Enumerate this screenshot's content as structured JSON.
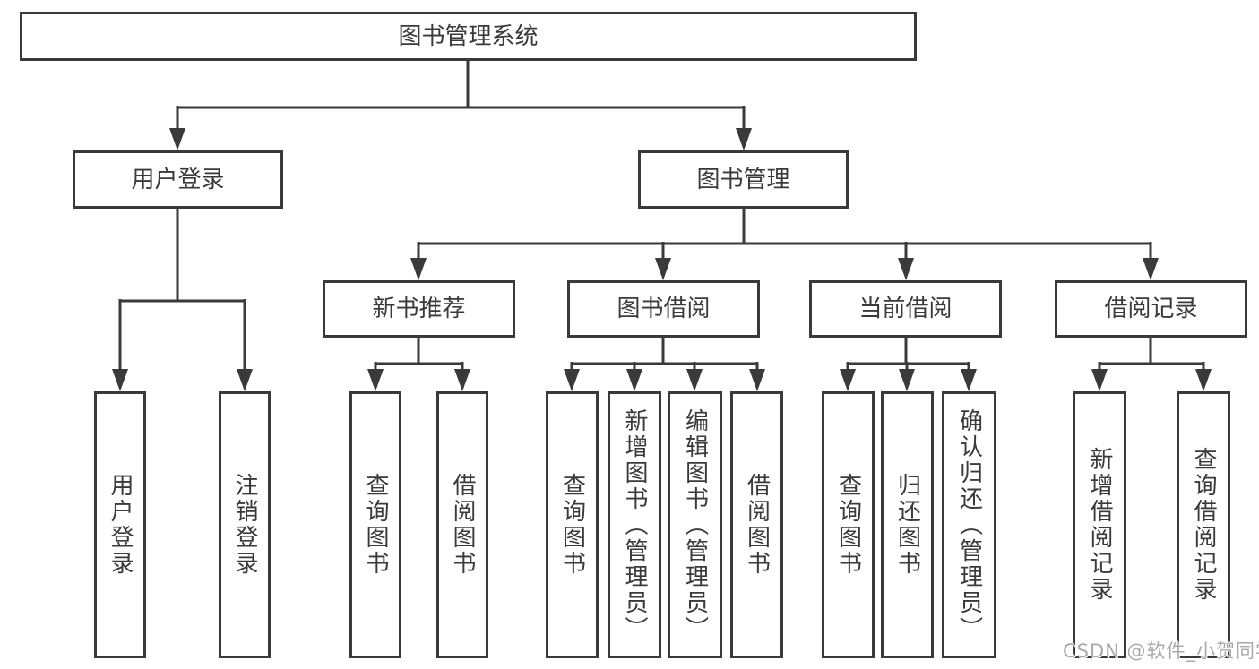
{
  "diagram": {
    "root": {
      "label": "图书管理系统"
    },
    "user_login": {
      "label": "用户登录",
      "children": [
        {
          "label": "用户登录"
        },
        {
          "label": "注销登录"
        }
      ]
    },
    "book_management": {
      "label": "图书管理",
      "sections": [
        {
          "label": "新书推荐",
          "children": [
            {
              "label": "查询图书"
            },
            {
              "label": "借阅图书"
            }
          ]
        },
        {
          "label": "图书借阅",
          "children": [
            {
              "label": "查询图书"
            },
            {
              "label": "新增图书（管理员）"
            },
            {
              "label": "编辑图书（管理员）"
            },
            {
              "label": "借阅图书"
            }
          ]
        },
        {
          "label": "当前借阅",
          "children": [
            {
              "label": "查询图书"
            },
            {
              "label": "归还图书"
            },
            {
              "label": "确认归还（管理员）"
            }
          ]
        },
        {
          "label": "借阅记录",
          "children": [
            {
              "label": "新增借阅记录"
            },
            {
              "label": "查询借阅记录"
            }
          ]
        }
      ]
    }
  },
  "watermark": {
    "text": "CSDN @软件_小贺同学"
  },
  "colors": {
    "line": "#3a3a3a",
    "text": "#3a3a3a",
    "background": "#ffffff",
    "watermark": "#aaaaaa"
  }
}
